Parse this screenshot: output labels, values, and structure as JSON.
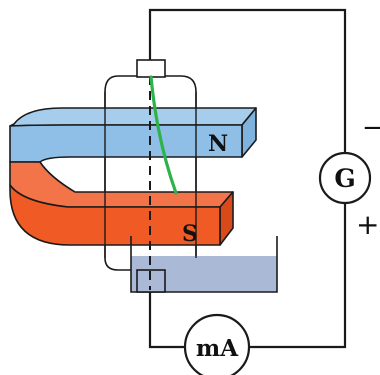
{
  "labels": {
    "north_pole": "N",
    "south_pole": "S",
    "galvanometer": "G",
    "milliammeter": "mA",
    "minus_sign": "−",
    "plus_sign": "+"
  },
  "colors": {
    "north_pole": "#8fbfe6",
    "south_pole": "#f05a24",
    "liquid": "#a9b9d6",
    "wire": "#1a1a1a",
    "suspended_wire": "#2db34a"
  }
}
